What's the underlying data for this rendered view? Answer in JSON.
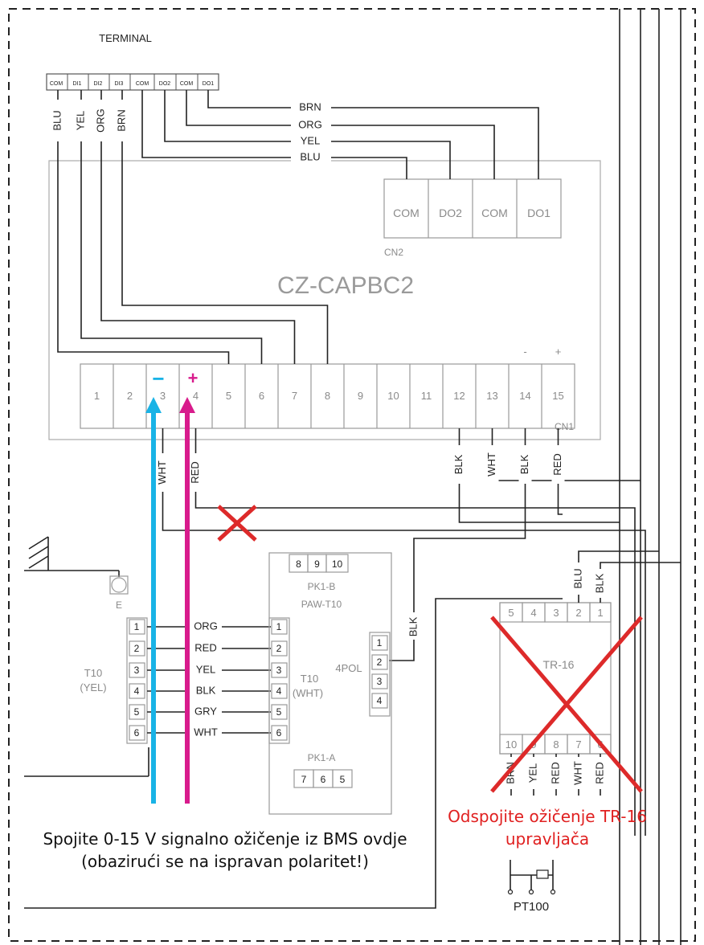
{
  "terminal": {
    "title": "TERMINAL",
    "pins": [
      "COM",
      "DI1",
      "DI2",
      "DI3",
      "COM",
      "DO2",
      "COM",
      "DO1"
    ]
  },
  "board": {
    "title": "CZ-CAPBC2",
    "cn1_label": "CN1",
    "cn1_pins": [
      "1",
      "2",
      "3",
      "4",
      "5",
      "6",
      "7",
      "8",
      "9",
      "10",
      "11",
      "12",
      "13",
      "14",
      "15"
    ],
    "cn1_minus_label": "-",
    "cn1_plus_label": "+",
    "cn2_label": "CN2",
    "cn2_pins": [
      "COM",
      "DO2",
      "COM",
      "DO1"
    ]
  },
  "signal_markers": {
    "minus": "−",
    "plus": "+"
  },
  "terminal_wires": [
    "BRN",
    "ORG",
    "YEL",
    "BLU"
  ],
  "di_wires": [
    "BLU",
    "YEL",
    "ORG",
    "BRN"
  ],
  "cn1_wires": [
    "WHT",
    "RED",
    "BLK",
    "WHT",
    "BLK",
    "RED"
  ],
  "ground": {
    "label": "E"
  },
  "t10_yel": {
    "label_line1": "T10",
    "label_line2": "(YEL)",
    "pins": [
      "1",
      "2",
      "3",
      "4",
      "5",
      "6"
    ],
    "wires": [
      "ORG",
      "RED",
      "YEL",
      "BLK",
      "GRY",
      "WHT"
    ]
  },
  "pcb": {
    "pk1b_pins": [
      "8",
      "9",
      "10"
    ],
    "pk1b_label": "PK1-B",
    "model": "PAW-T10",
    "t10_label_line1": "T10",
    "t10_label_line2": "(WHT)",
    "t10_pins": [
      "1",
      "2",
      "3",
      "4",
      "5",
      "6"
    ],
    "pol_label": "4POL",
    "pol_pins": [
      "1",
      "2",
      "3",
      "4"
    ],
    "pol_wire": "BLK",
    "pk1a_label": "PK1-A",
    "pk1a_pins": [
      "7",
      "6",
      "5"
    ]
  },
  "tr16": {
    "label": "TR-16",
    "top_pins": [
      "5",
      "4",
      "3",
      "2",
      "1"
    ],
    "top_wires": [
      "BLU",
      "BLK"
    ],
    "bottom_pins": [
      "10",
      "9",
      "8",
      "7",
      "6"
    ],
    "bottom_wires": [
      "BRN",
      "YEL",
      "RED",
      "WHT",
      "RED"
    ]
  },
  "pt100": {
    "label": "PT100"
  },
  "notes": {
    "bms_line1": "Spojite 0-15 V signalno ožičenje iz BMS ovdje",
    "bms_line2": "(obazirući se na ispravan polaritet!)",
    "tr16_line1": "Odspojite ožičenje TR-16",
    "tr16_line2": "upravljača"
  },
  "colors": {
    "line": "#222222",
    "box": "#9a9a9a",
    "faint_text": "#8a8a8a",
    "cross": "#dd2a2a",
    "minus_arrow": "#19b3e6",
    "plus_arrow": "#d81b8c",
    "note_red": "#e02020"
  }
}
